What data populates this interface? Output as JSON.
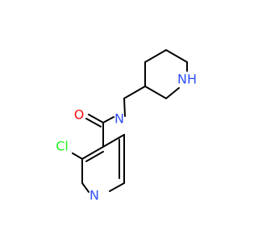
{
  "molecule": {
    "atoms": {
      "amide_o": {
        "label": "O",
        "color": "#ff0d0d"
      },
      "amide_n": {
        "label": "N",
        "color": "#3050f8"
      },
      "ring_nh": {
        "label": "NH",
        "color": "#3050f8"
      },
      "chlorine": {
        "label": "Cl",
        "color": "#1ff01f"
      },
      "pyridine_n": {
        "label": "N",
        "color": "#3050f8"
      }
    },
    "bond_color": "#000000"
  }
}
